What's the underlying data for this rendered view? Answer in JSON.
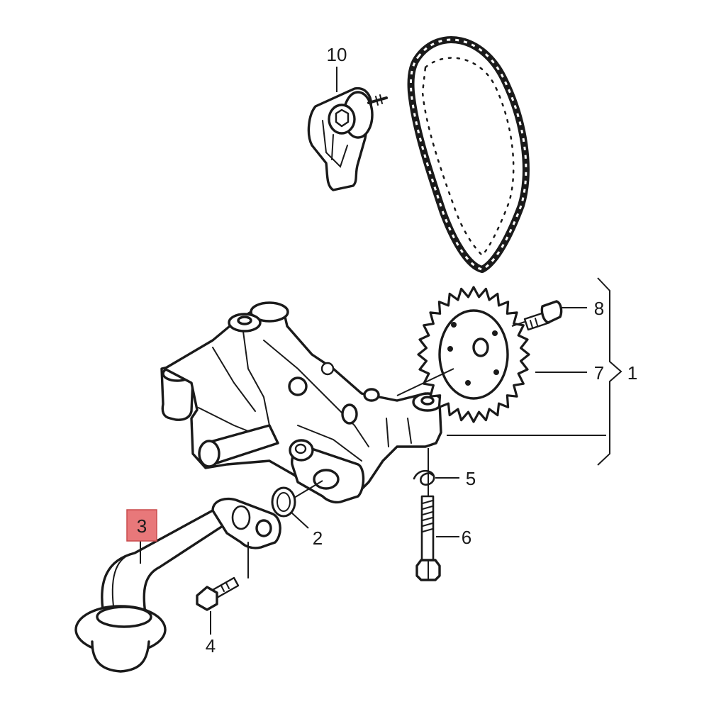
{
  "callouts": [
    {
      "id": "1",
      "label": "1"
    },
    {
      "id": "2",
      "label": "2"
    },
    {
      "id": "3",
      "label": "3",
      "highlighted": true
    },
    {
      "id": "4",
      "label": "4"
    },
    {
      "id": "5",
      "label": "5"
    },
    {
      "id": "6",
      "label": "6"
    },
    {
      "id": "7",
      "label": "7"
    },
    {
      "id": "8",
      "label": "8"
    },
    {
      "id": "10",
      "label": "10"
    }
  ],
  "colors": {
    "line": "#1a1a1a",
    "background": "#ffffff",
    "highlight_fill": "#e8787a",
    "highlight_border": "#c84a4c"
  }
}
